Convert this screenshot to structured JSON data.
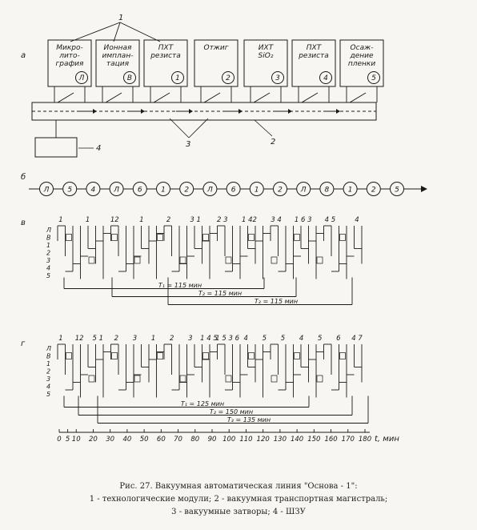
{
  "panels": {
    "a": "а",
    "b": "б",
    "v": "в",
    "g": "г"
  },
  "callouts": {
    "one": "1",
    "two": "2",
    "three": "3",
    "four": "4"
  },
  "modules": [
    {
      "line1": "Микро-",
      "line2": "лито-",
      "line3": "графия",
      "code": "Л"
    },
    {
      "line1": "Ионная",
      "line2": "имплан-",
      "line3": "тация",
      "code": "В"
    },
    {
      "line1": "ПХТ",
      "line2": "резиста",
      "line3": "",
      "code": "1"
    },
    {
      "line1": "Отжиг",
      "line2": "",
      "line3": "",
      "code": "2"
    },
    {
      "line1": "ИХТ",
      "line2": "SiO₂",
      "line3": "",
      "code": "3"
    },
    {
      "line1": "ПХТ",
      "line2": "резиста",
      "line3": "",
      "code": "4"
    },
    {
      "line1": "Осаж-",
      "line2": "дение",
      "line3": "пленки",
      "code": "5"
    }
  ],
  "sequence": [
    "Л",
    "5",
    "4",
    "Л",
    "6",
    "1",
    "2",
    "Л",
    "6",
    "1",
    "2",
    "Л",
    "8",
    "1",
    "2",
    "5"
  ],
  "chart_v": {
    "row_labels": [
      "Л",
      "В",
      "1",
      "2",
      "3",
      "4",
      "5"
    ],
    "top_labels": [
      "1",
      "1",
      "12",
      "1",
      "2",
      "3 1",
      "2 3",
      "1 42",
      "3 4",
      "1 6 3",
      "4 5",
      "4"
    ],
    "durations": [
      {
        "label": "T₁ = 115 мин"
      },
      {
        "label": "T₂ = 115 мин"
      },
      {
        "label": "T₃ = 115 мин"
      }
    ]
  },
  "chart_g": {
    "row_labels": [
      "Л",
      "В",
      "1",
      "2",
      "3",
      "4",
      "5"
    ],
    "top_labels": [
      "1",
      "12",
      "5 1",
      "2",
      "3",
      "1",
      "2",
      "3",
      "1 4 5",
      "1 5 3 6",
      "4",
      "5",
      "5",
      "4",
      "5",
      "6",
      "4 7"
    ],
    "durations": [
      {
        "label": "T₁ = 125 мин"
      },
      {
        "label": "T₂ = 150 мин"
      },
      {
        "label": "T₃ = 135 мин"
      }
    ]
  },
  "time_axis": {
    "ticks": [
      "0",
      "5",
      "10",
      "20",
      "30",
      "40",
      "50",
      "60",
      "70",
      "80",
      "90",
      "100",
      "110",
      "120",
      "130",
      "140",
      "150",
      "160",
      "170",
      "180"
    ],
    "unit_label": "t, мин"
  },
  "caption": {
    "line1": "Рис. 27. Вакуумная автоматическая линия \"Основа - 1\":",
    "line2": "1 - технологические модули; 2 - вакуумная транспортная магистраль;",
    "line3": "3 - вакуумные затворы; 4 - ШЗУ"
  }
}
